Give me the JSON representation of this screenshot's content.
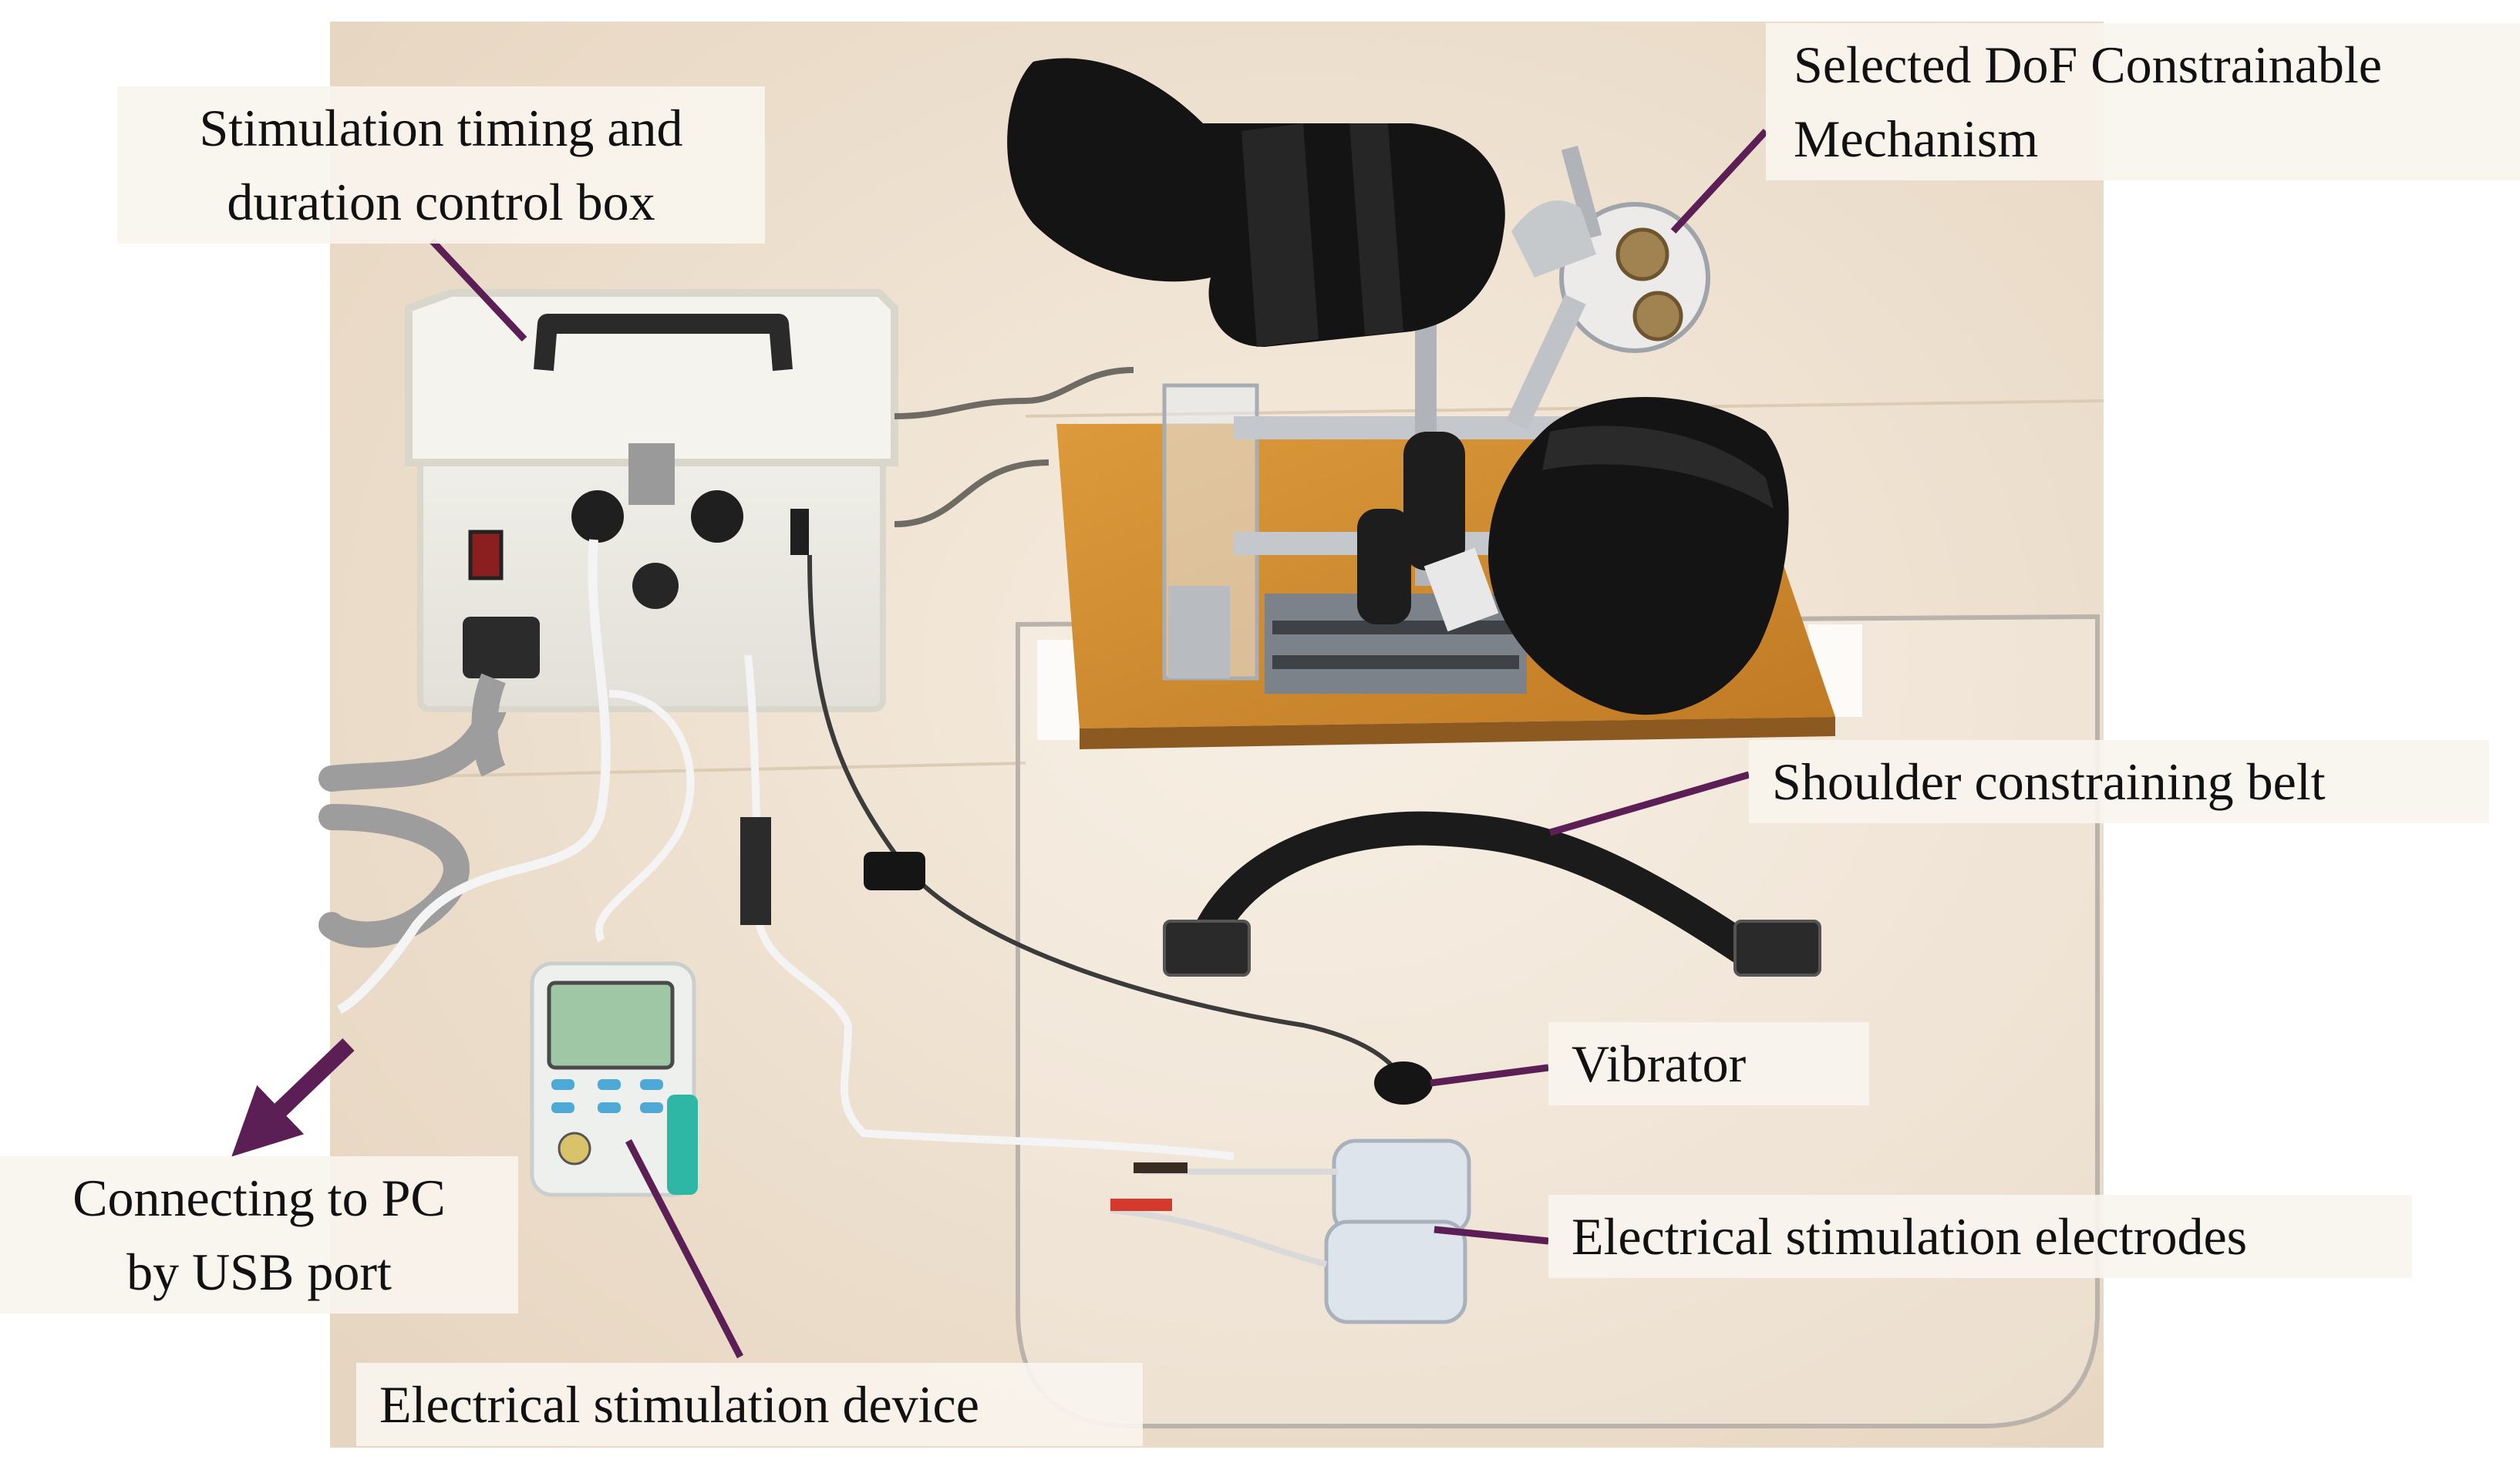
{
  "labels": {
    "control_box": [
      "Stimulation timing and",
      "duration control box"
    ],
    "dof_mechanism": [
      "Selected DoF Constrainable",
      "Mechanism"
    ],
    "shoulder_belt": "Shoulder constraining belt",
    "vibrator": "Vibrator",
    "electrodes": "Electrical stimulation electrodes",
    "pc_connection": [
      "Connecting to PC",
      "by USB port"
    ],
    "stim_device": "Electrical stimulation device"
  },
  "colors": {
    "pointer": "#5b1f55",
    "label_bg": "#f8f4ee",
    "table": "#f0e4d4",
    "acrylic_edge": "#b9b3ab",
    "board": "#d08a2c",
    "cuff": "#141414",
    "box": "#f1f0ea",
    "device_teal": "#2fb7a6"
  },
  "icons": [
    "pointer-arrow-icon",
    "usb-arrow-icon"
  ]
}
